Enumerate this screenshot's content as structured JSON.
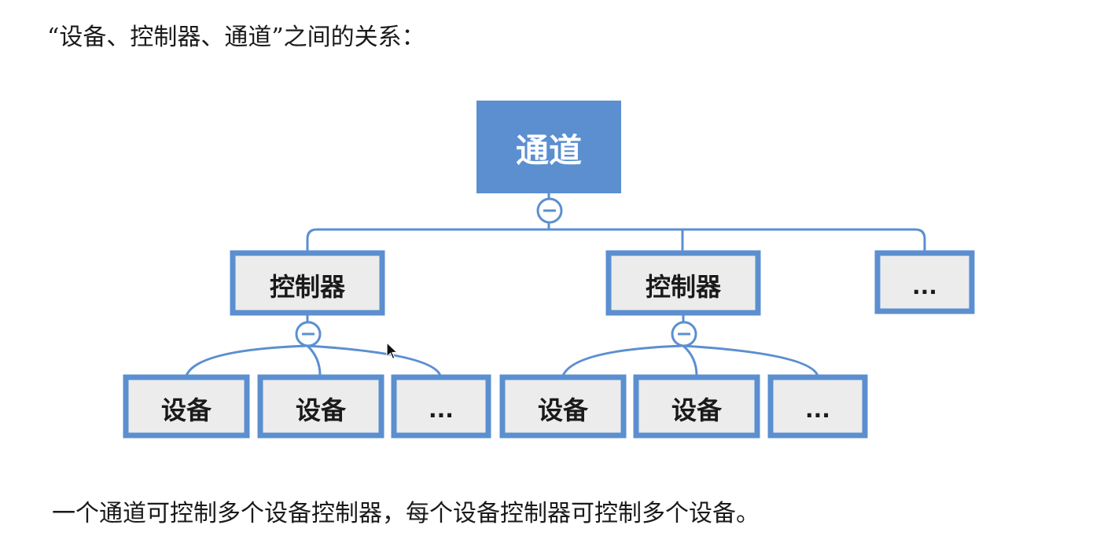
{
  "heading": "“设备、控制器、通道”之间的关系：",
  "caption": "一个通道可控制多个设备控制器，每个设备控制器可控制多个设备。",
  "colors": {
    "accent": "#5b8fd0",
    "root_fill": "#5b8fd0",
    "node_fill": "#ececec",
    "line": "#5b8fd0"
  },
  "tree": {
    "root": {
      "label": "通道"
    },
    "controllers": [
      {
        "label": "控制器",
        "devices": [
          {
            "label": "设备"
          },
          {
            "label": "设备"
          },
          {
            "label": "..."
          }
        ]
      },
      {
        "label": "控制器",
        "devices": [
          {
            "label": "设备"
          },
          {
            "label": "设备"
          },
          {
            "label": "..."
          }
        ]
      },
      {
        "label": "...",
        "devices": []
      }
    ]
  }
}
